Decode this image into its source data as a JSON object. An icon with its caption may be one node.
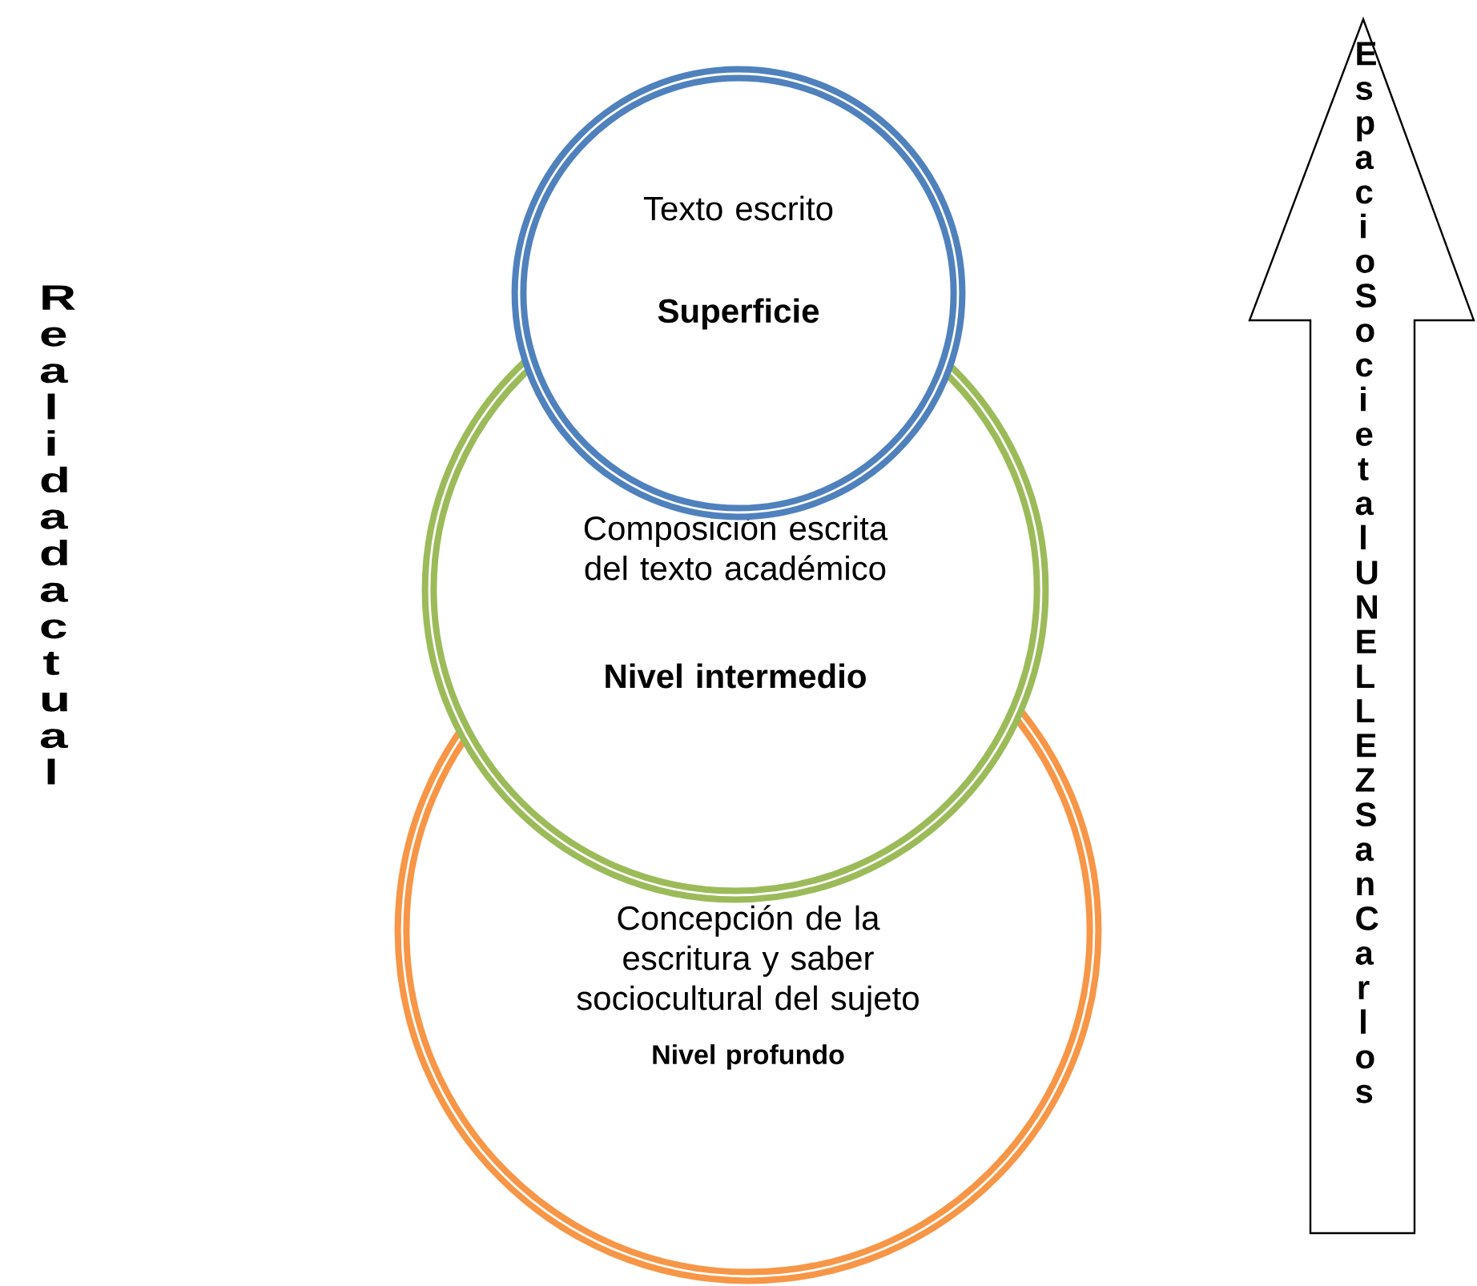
{
  "diagram": {
    "nodes": [
      {
        "text": [
          "Texto escrito",
          "Superficie"
        ]
      },
      {
        "text": [
          "Composición escrita del texto académico",
          "Nivel intermedio"
        ]
      },
      {
        "text": [
          "Concepción de la escritura y saber sociocultural del sujeto",
          "Nivel profundo"
        ]
      },
      {
        "text": [
          "Espacio Societal UNELLEZ San Carlos"
        ]
      }
    ],
    "labels": [
      "Realidad actual"
    ]
  }
}
